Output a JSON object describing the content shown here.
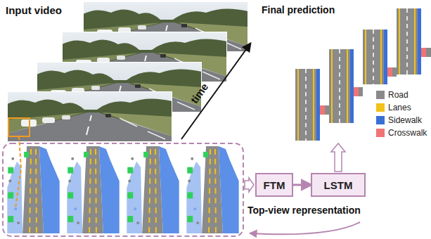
{
  "diagram": {
    "nodes": [
      {
        "text": [
          "FTM"
        ]
      },
      {
        "text": [
          "LSTM"
        ]
      }
    ],
    "edges": [
      {
        "from": 0,
        "to": 1,
        "arrow": "to"
      }
    ],
    "labels": [
      "Input video",
      "time",
      "Top-view representation",
      "Final prediction"
    ],
    "legend": [
      {
        "text": "Road",
        "color": "#8a8a8a"
      },
      {
        "text": "Lanes",
        "color": "#f2c21b"
      },
      {
        "text": "Sidewalk",
        "color": "#3b6fd6"
      },
      {
        "text": "Crosswalk",
        "color": "#f07474"
      }
    ]
  }
}
